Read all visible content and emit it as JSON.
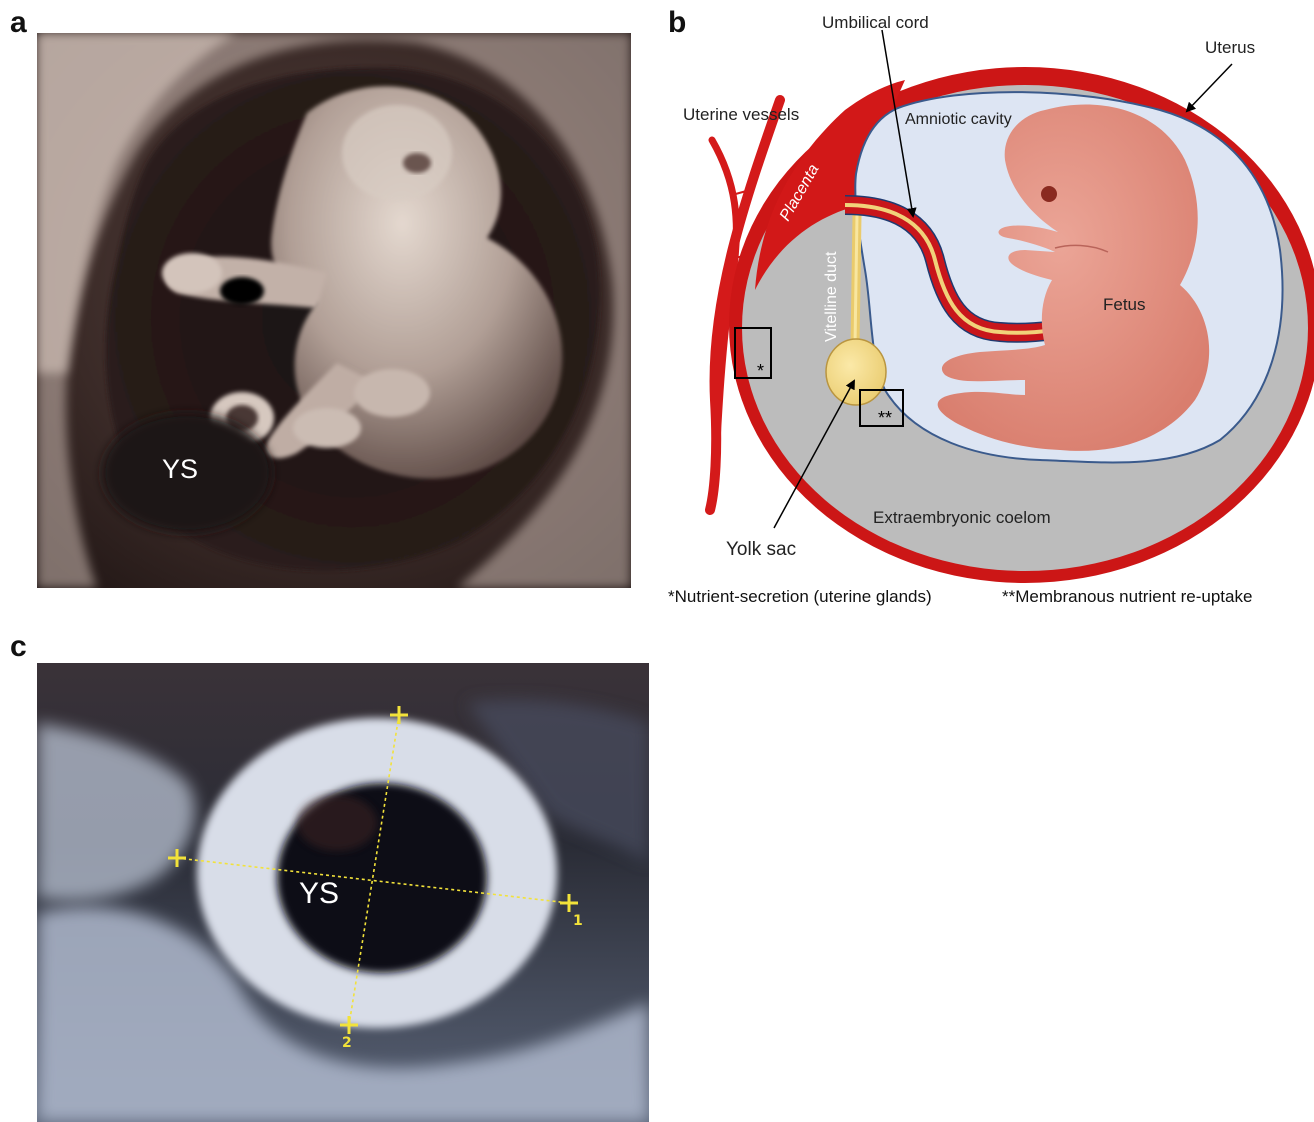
{
  "panel_a": {
    "letter": "a",
    "label_ys": "YS",
    "colors": {
      "bg": "#3a2a27",
      "tissue": "#c9b9b0",
      "dark": "#140c0b"
    }
  },
  "panel_b": {
    "letter": "b",
    "labels": {
      "umbilical_cord": "Umbilical cord",
      "uterus": "Uterus",
      "uterine_vessels": "Uterine vessels",
      "amniotic_cavity": "Amniotic cavity",
      "placenta": "Placenta",
      "vitelline_duct": "Vitelline duct",
      "fetus": "Fetus",
      "yolk_sac": "Yolk sac",
      "extraembryonic_coelom": "Extraembryonic coelom",
      "box_1_mark": "*",
      "box_2_mark": "**"
    },
    "footnotes": {
      "star1": "*",
      "text1": "Nutrient-secretion (uterine glands)",
      "star2": "**",
      "text2": "Membranous nutrient re-uptake"
    },
    "colors": {
      "uterus_wall": "#cc1616",
      "coelom": "#bcbcbc",
      "amnion": "#dde5f3",
      "amnion_outline": "#3a5a8c",
      "fetus": "#e4978a",
      "yolk_sac": "#f3dc8c",
      "cord_stripe": "#f1d27a"
    }
  },
  "panel_c": {
    "letter": "c",
    "label_ys": "YS",
    "caliper_1": "1",
    "caliper_2": "2",
    "colors": {
      "bg": "#2a2c36",
      "ring": "#d8dde8",
      "caliper": "#f2e23a"
    }
  }
}
